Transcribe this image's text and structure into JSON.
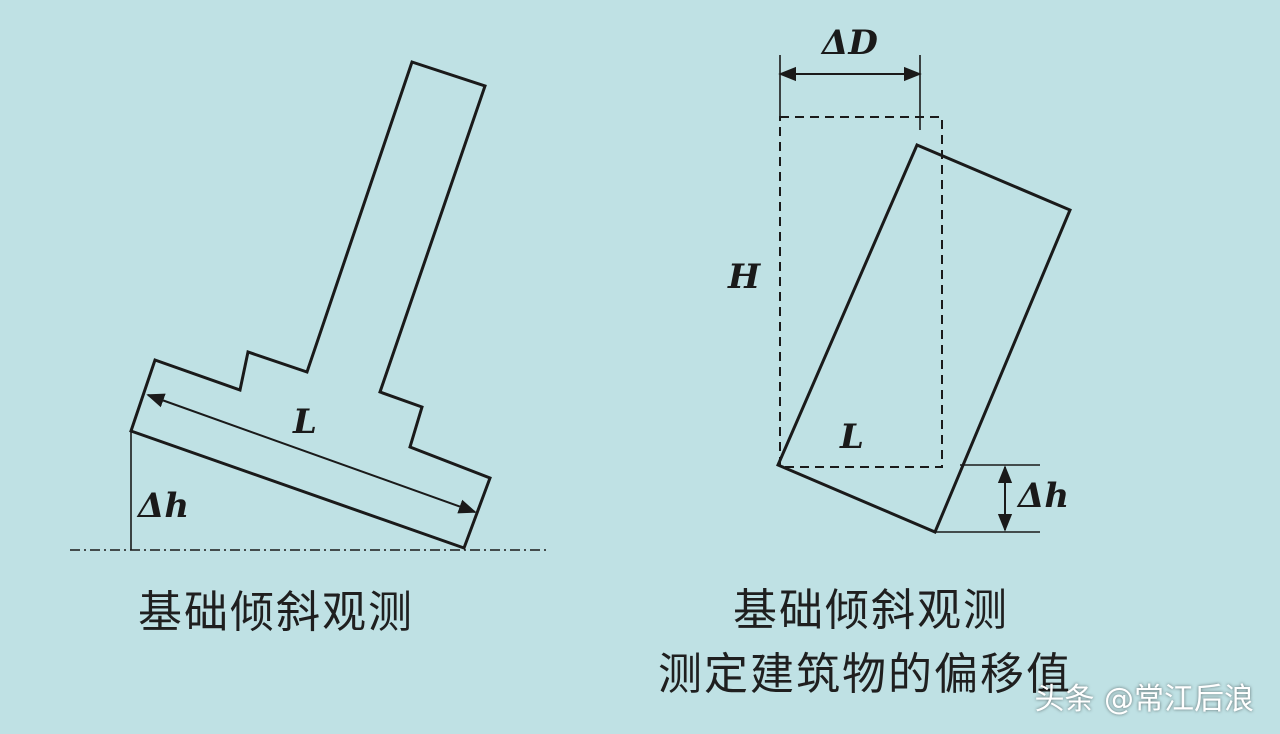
{
  "left_diagram": {
    "length_label": "L",
    "height_diff_label": "Δh",
    "caption": "基础倾斜观测"
  },
  "right_diagram": {
    "offset_label": "ΔD",
    "height_label": "H",
    "length_label": "L",
    "height_diff_label": "Δh",
    "caption_line1": "基础倾斜观测",
    "caption_line2": "测定建筑物的偏移值"
  },
  "watermark": "头条 @常江后浪",
  "colors": {
    "background": "#bfe1e4",
    "stroke": "#1a1a1a",
    "caption": "#1f1f1f"
  }
}
